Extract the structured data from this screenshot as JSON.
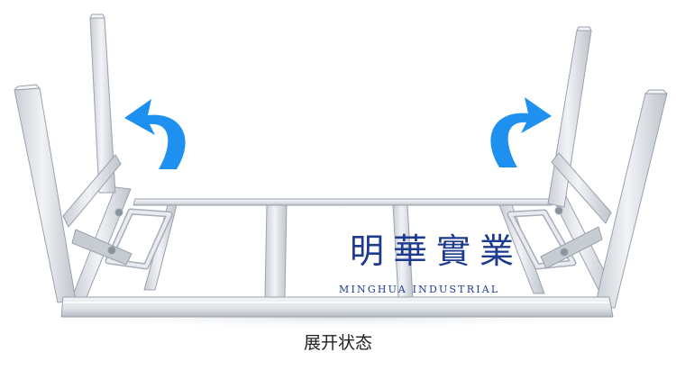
{
  "watermark": {
    "chinese": "明華實業",
    "english": "MINGHUA INDUSTRIAL"
  },
  "caption": "展开状态",
  "colors": {
    "frame": "#e3e7ec",
    "frame_edge": "#9aa2ac",
    "arrow": "#1e90f0",
    "watermark": "#1d3a8f"
  }
}
